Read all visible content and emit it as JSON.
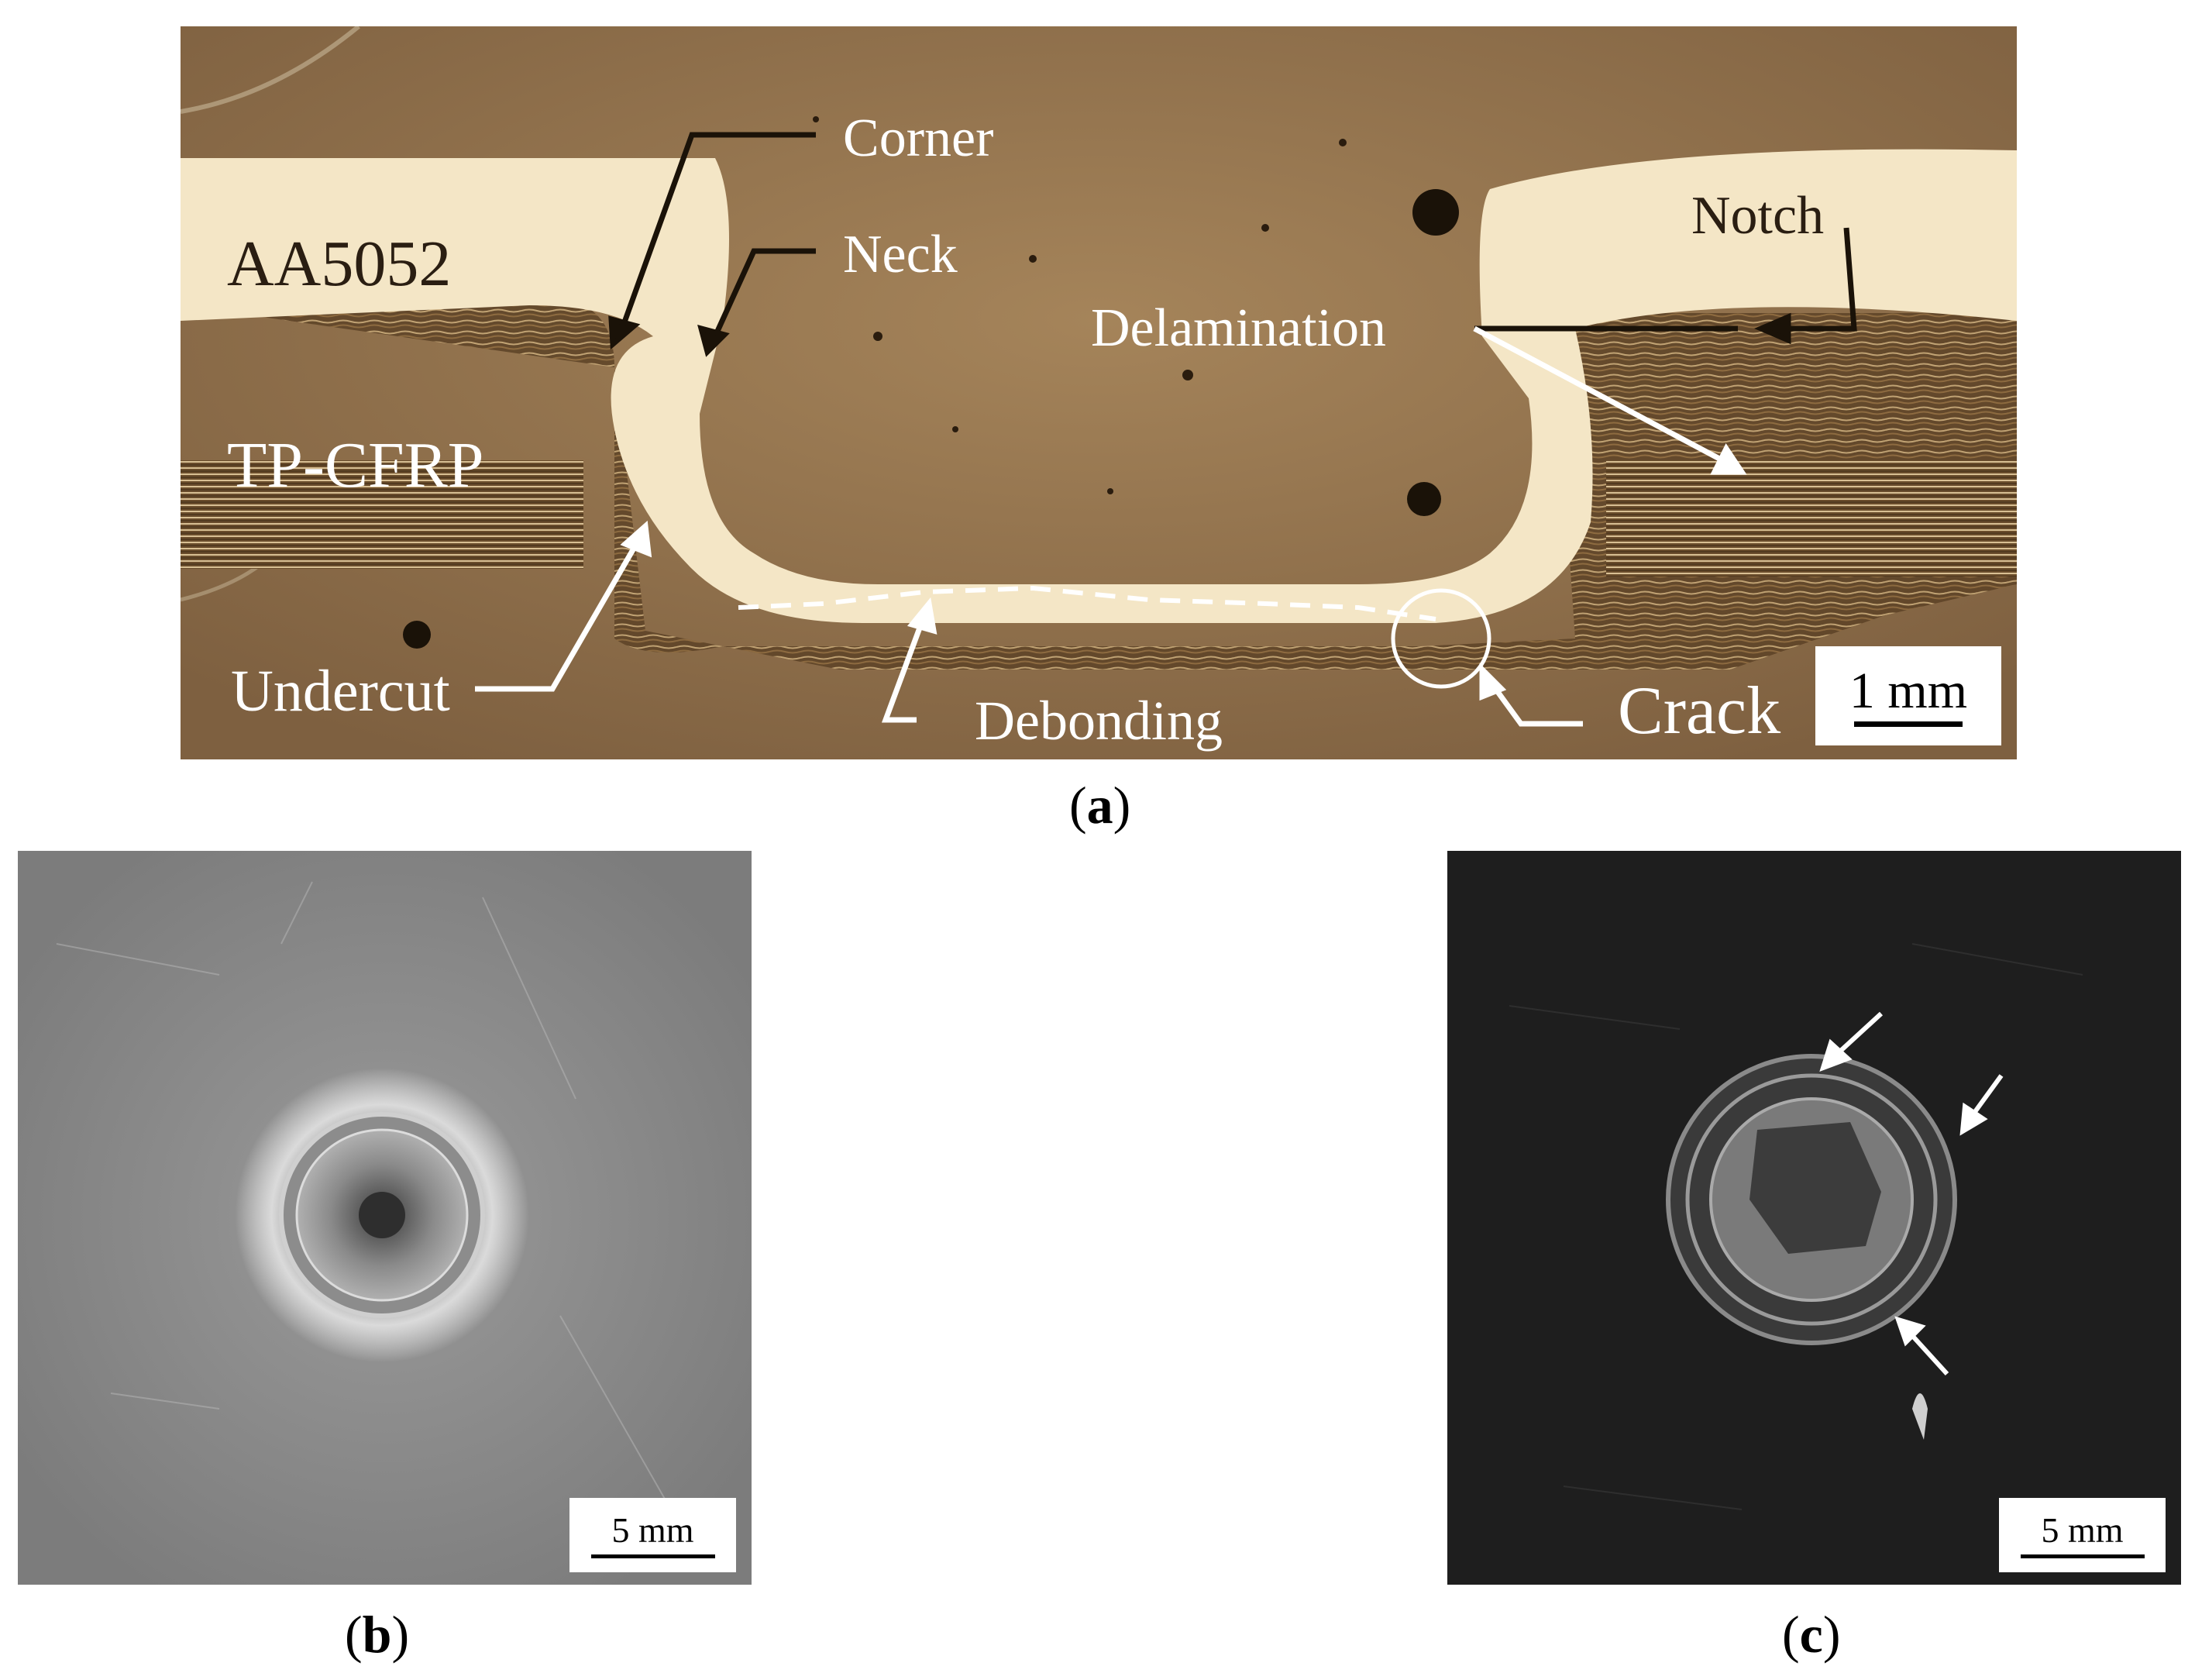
{
  "panels": {
    "a": {
      "caption_open": "(",
      "caption_letter": "a",
      "caption_close": ")",
      "labels": {
        "corner": "Corner",
        "neck": "Neck",
        "notch": "Notch",
        "aa5052": "AA5052",
        "delamination": "Delamination",
        "tp_cfrp": "TP-CFRP",
        "undercut": "Undercut",
        "debonding": "Debonding",
        "crack": "Crack"
      },
      "scale": "1 mm"
    },
    "b": {
      "caption_open": "(",
      "caption_letter": "b",
      "caption_close": ")",
      "scale": "5 mm"
    },
    "c": {
      "caption_open": "(",
      "caption_letter": "c",
      "caption_close": ")",
      "scale": "5 mm"
    }
  },
  "colors": {
    "micrograph_bg": "#8a6a45",
    "aluminum": "#f4e6c6",
    "composite": "#5a4125",
    "plate_b": "#8c8c8c",
    "plate_c": "#1e1e1e"
  }
}
